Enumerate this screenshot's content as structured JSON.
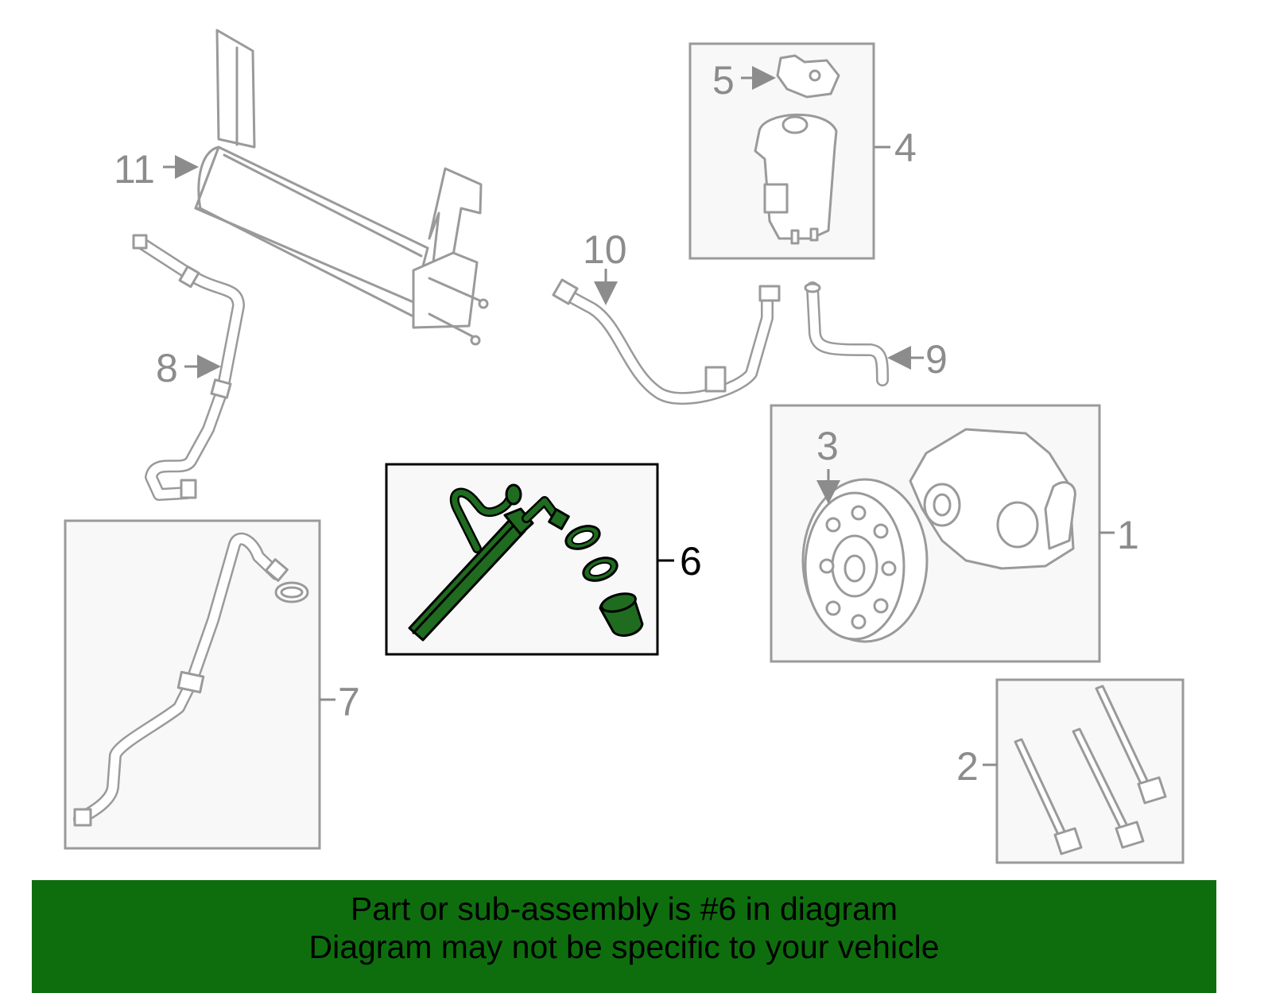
{
  "callouts": {
    "c1": "1",
    "c2": "2",
    "c3": "3",
    "c4": "4",
    "c5": "5",
    "c6": "6",
    "c7": "7",
    "c8": "8",
    "c9": "9",
    "c10": "10",
    "c11": "11"
  },
  "highlight_part": "6",
  "colors": {
    "highlight_green": "#1f6b1f",
    "banner_green": "#0e6e0e",
    "line_gray": "#9a9a9a"
  },
  "banner": {
    "line1": "Part or sub-assembly is #6 in diagram",
    "line2": "Diagram may not be specific to your vehicle"
  }
}
